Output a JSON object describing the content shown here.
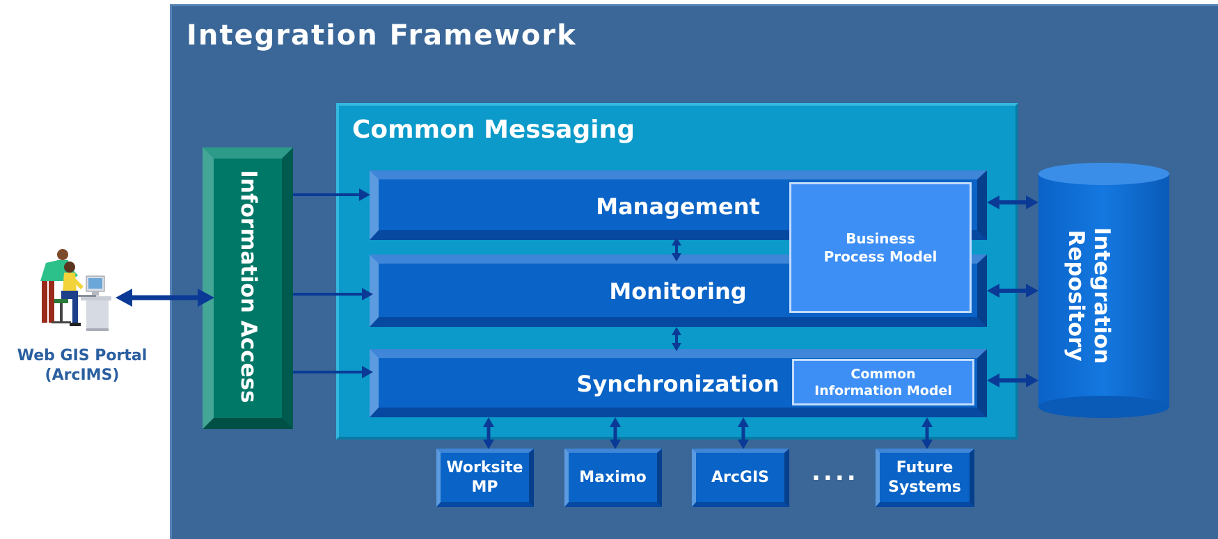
{
  "framework": {
    "title": "Integration Framework"
  },
  "messaging": {
    "title": "Common Messaging"
  },
  "layers": {
    "management": "Management",
    "monitoring": "Monitoring",
    "synchronization": "Synchronization"
  },
  "models": {
    "business_process_line1": "Business",
    "business_process_line2": "Process Model",
    "common_information_line1": "Common",
    "common_information_line2": "Information Model"
  },
  "information_access": "Information Access",
  "repository": {
    "line1": "Integration",
    "line2": "Repository"
  },
  "portal": {
    "line1": "Web GIS Portal",
    "line2": "(ArcIMS)"
  },
  "systems": [
    {
      "line1": "Worksite",
      "line2": "MP"
    },
    {
      "line1": "Maximo",
      "line2": ""
    },
    {
      "line1": "ArcGIS",
      "line2": ""
    },
    {
      "line1": "Future",
      "line2": "Systems"
    }
  ],
  "ellipsis": "....",
  "colors": {
    "framework_bg": "#3a6798",
    "messaging_bg": "#0b9ac9",
    "layer_blue": "#0a63c6",
    "model_blue": "#3d8ff5",
    "access_teal": "#007868",
    "arrow_blue": "#0a3a96"
  },
  "icons": {
    "portal": "person-at-computer-icon"
  }
}
